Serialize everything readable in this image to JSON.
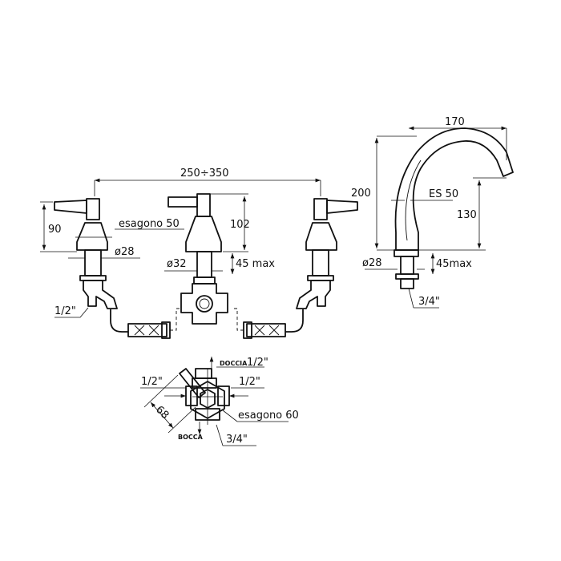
{
  "front_view": {
    "width_range": "250÷350",
    "handle_height": "90",
    "hex_left": "esagono 50",
    "dia_left": "ø28",
    "center_height": "102",
    "dia_center": "ø32",
    "max_thickness": "45 max",
    "inlet": "1/2\""
  },
  "spout_view": {
    "reach": "170",
    "height": "200",
    "hex": "ES 50",
    "outlet_height": "130",
    "dia": "ø28",
    "max_thickness": "45max",
    "thread": "3/4\""
  },
  "diverter_view": {
    "shower_label": "DOCCIA",
    "shower_size": "1/2\"",
    "left_inlet": "1/2\"",
    "right_inlet": "1/2\"",
    "lever_length": "68",
    "hex": "esagono 60",
    "spout_label": "BOCCA",
    "outlet": "3/4\""
  }
}
